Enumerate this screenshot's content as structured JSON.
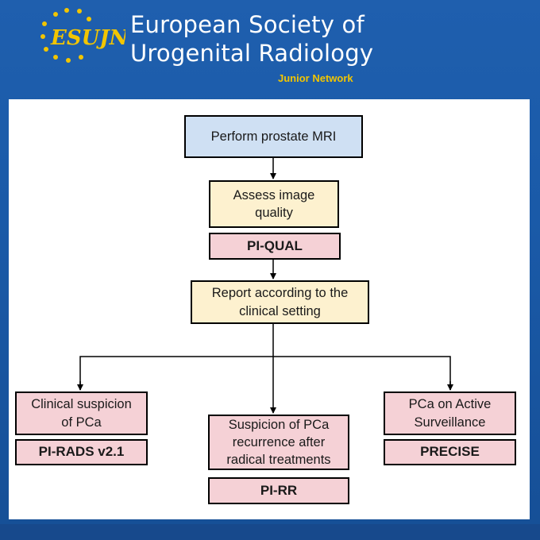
{
  "header": {
    "logo_text": "ESUJN",
    "org_line1": "European Society of",
    "org_line2": "Urogenital Radiology",
    "subtitle": "Junior Network"
  },
  "flowchart": {
    "perform": "Perform prostate MRI",
    "assess": "Assess image quality",
    "pi_qual": "PI-QUAL",
    "report": "Report according to the clinical setting",
    "clinical": "Clinical suspicion of PCa",
    "pi_rads": "PI-RADS v2.1",
    "recurrence": "Suspicion of PCa recurrence after radical treatments",
    "pi_rr": "PI-RR",
    "active": "PCa on Active Surveillance",
    "precise": "PRECISE"
  },
  "colors": {
    "background_blue": "#1f5fae",
    "accent_yellow": "#f2c500",
    "box_blue": "#cfe0f3",
    "box_yellow": "#fdf1cf",
    "box_pink": "#f5d1d6"
  }
}
